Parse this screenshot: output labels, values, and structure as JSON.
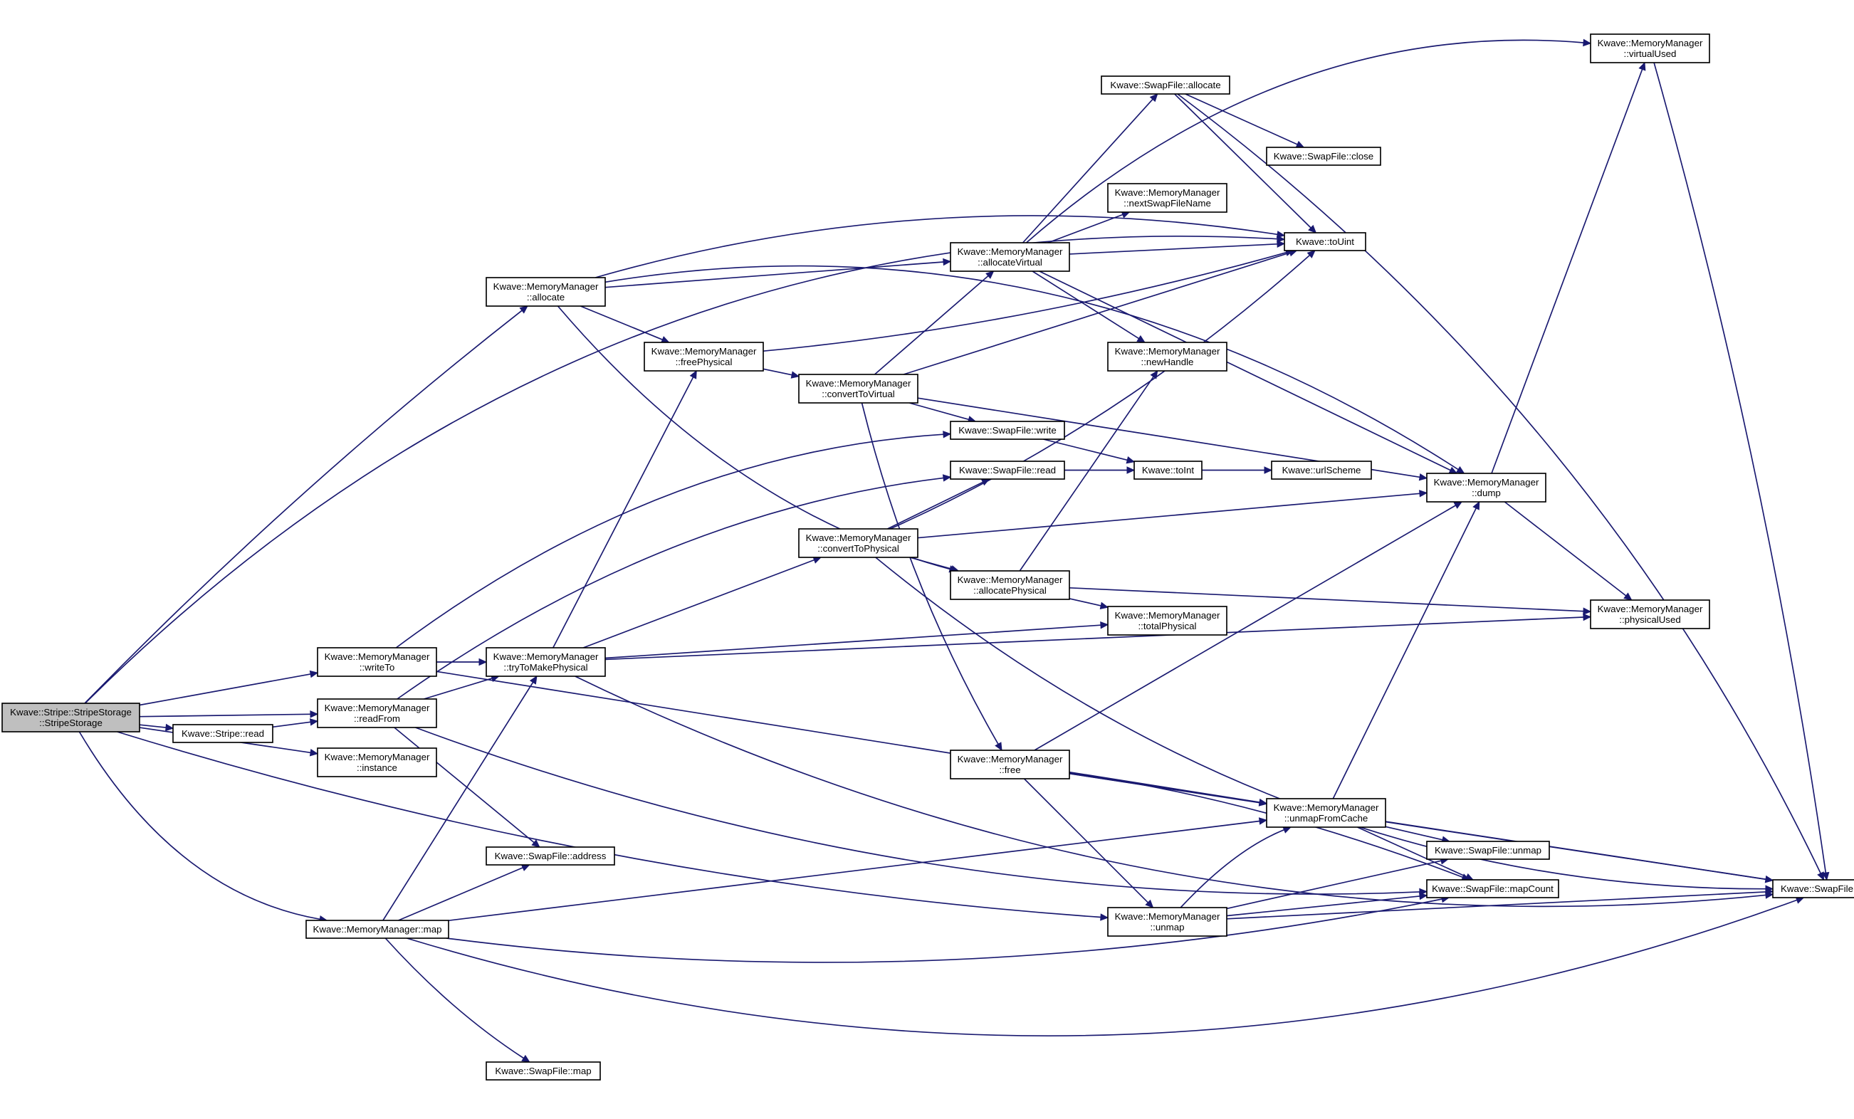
{
  "graph": {
    "edge_color": "#191970",
    "node_fill": "#ffffff",
    "root_fill": "#bfbfbf",
    "nodes": [
      {
        "id": "n0",
        "lines": [
          "Kwave::Stripe::StripeStorage",
          "::StripeStorage"
        ],
        "root": true
      },
      {
        "id": "n1",
        "lines": [
          "Kwave::MemoryManager",
          "::allocate"
        ]
      },
      {
        "id": "n2",
        "lines": [
          "Kwave::MemoryManager",
          "::allocateVirtual"
        ]
      },
      {
        "id": "n3",
        "lines": [
          "Kwave::SwapFile::allocate"
        ]
      },
      {
        "id": "n4",
        "lines": [
          "Kwave::toUint"
        ]
      },
      {
        "id": "n5",
        "lines": [
          "Kwave::MemoryManager",
          "::virtualUsed"
        ]
      },
      {
        "id": "n6",
        "lines": [
          "Kwave::SwapFile::size"
        ]
      },
      {
        "id": "n7",
        "lines": [
          "Kwave::SwapFile::close"
        ]
      },
      {
        "id": "n8",
        "lines": [
          "Kwave::MemoryManager",
          "::nextSwapFileName"
        ]
      },
      {
        "id": "n9",
        "lines": [
          "Kwave::MemoryManager",
          "::newHandle"
        ]
      },
      {
        "id": "n10",
        "lines": [
          "Kwave::MemoryManager",
          "::dump"
        ]
      },
      {
        "id": "n11",
        "lines": [
          "Kwave::MemoryManager",
          "::freePhysical"
        ]
      },
      {
        "id": "n12",
        "lines": [
          "Kwave::MemoryManager",
          "::convertToVirtual"
        ]
      },
      {
        "id": "n13",
        "lines": [
          "Kwave::SwapFile::write"
        ]
      },
      {
        "id": "n14",
        "lines": [
          "Kwave::toInt"
        ]
      },
      {
        "id": "n15",
        "lines": [
          "Kwave::urlScheme"
        ]
      },
      {
        "id": "n16",
        "lines": [
          "Kwave::SwapFile::read"
        ]
      },
      {
        "id": "n17",
        "lines": [
          "Kwave::MemoryManager",
          "::convertToPhysical"
        ]
      },
      {
        "id": "n18",
        "lines": [
          "Kwave::MemoryManager",
          "::allocatePhysical"
        ]
      },
      {
        "id": "n19",
        "lines": [
          "Kwave::MemoryManager",
          "::totalPhysical"
        ]
      },
      {
        "id": "n20",
        "lines": [
          "Kwave::MemoryManager",
          "::physicalUsed"
        ]
      },
      {
        "id": "n21",
        "lines": [
          "Kwave::MemoryManager",
          "::writeTo"
        ]
      },
      {
        "id": "n22",
        "lines": [
          "Kwave::MemoryManager",
          "::tryToMakePhysical"
        ]
      },
      {
        "id": "n23",
        "lines": [
          "Kwave::MemoryManager",
          "::readFrom"
        ]
      },
      {
        "id": "n24",
        "lines": [
          "Kwave::Stripe::read"
        ]
      },
      {
        "id": "n25",
        "lines": [
          "Kwave::MemoryManager",
          "::instance"
        ]
      },
      {
        "id": "n26",
        "lines": [
          "Kwave::MemoryManager",
          "::free"
        ]
      },
      {
        "id": "n27",
        "lines": [
          "Kwave::MemoryManager",
          "::unmapFromCache"
        ]
      },
      {
        "id": "n28",
        "lines": [
          "Kwave::SwapFile::unmap"
        ]
      },
      {
        "id": "n29",
        "lines": [
          "Kwave::SwapFile::mapCount"
        ]
      },
      {
        "id": "n30",
        "lines": [
          "Kwave::SwapFile::address"
        ]
      },
      {
        "id": "n31",
        "lines": [
          "Kwave::MemoryManager",
          "::unmap"
        ]
      },
      {
        "id": "n32",
        "lines": [
          "Kwave::MemoryManager::map"
        ]
      },
      {
        "id": "n33",
        "lines": [
          "Kwave::SwapFile::map"
        ]
      }
    ],
    "edges": [
      [
        "n0",
        "n1"
      ],
      [
        "n0",
        "n21"
      ],
      [
        "n0",
        "n23"
      ],
      [
        "n0",
        "n24"
      ],
      [
        "n0",
        "n25"
      ],
      [
        "n0",
        "n32"
      ],
      [
        "n0",
        "n31"
      ],
      [
        "n0",
        "n4"
      ],
      [
        "n1",
        "n2"
      ],
      [
        "n1",
        "n11"
      ],
      [
        "n1",
        "n4"
      ],
      [
        "n1",
        "n10"
      ],
      [
        "n1",
        "n18"
      ],
      [
        "n2",
        "n3"
      ],
      [
        "n2",
        "n8"
      ],
      [
        "n2",
        "n4"
      ],
      [
        "n2",
        "n9"
      ],
      [
        "n2",
        "n10"
      ],
      [
        "n2",
        "n5"
      ],
      [
        "n3",
        "n4"
      ],
      [
        "n3",
        "n7"
      ],
      [
        "n3",
        "n6"
      ],
      [
        "n5",
        "n6"
      ],
      [
        "n10",
        "n5"
      ],
      [
        "n10",
        "n20"
      ],
      [
        "n11",
        "n12"
      ],
      [
        "n11",
        "n4"
      ],
      [
        "n12",
        "n2"
      ],
      [
        "n12",
        "n13"
      ],
      [
        "n12",
        "n4"
      ],
      [
        "n12",
        "n10"
      ],
      [
        "n12",
        "n26"
      ],
      [
        "n13",
        "n14"
      ],
      [
        "n16",
        "n14"
      ],
      [
        "n14",
        "n15"
      ],
      [
        "n17",
        "n16"
      ],
      [
        "n17",
        "n18"
      ],
      [
        "n17",
        "n4"
      ],
      [
        "n17",
        "n10"
      ],
      [
        "n17",
        "n6"
      ],
      [
        "n18",
        "n9"
      ],
      [
        "n18",
        "n19"
      ],
      [
        "n18",
        "n20"
      ],
      [
        "n21",
        "n13"
      ],
      [
        "n21",
        "n22"
      ],
      [
        "n21",
        "n27"
      ],
      [
        "n22",
        "n11"
      ],
      [
        "n22",
        "n17"
      ],
      [
        "n22",
        "n19"
      ],
      [
        "n22",
        "n20"
      ],
      [
        "n22",
        "n6"
      ],
      [
        "n23",
        "n16"
      ],
      [
        "n23",
        "n22"
      ],
      [
        "n23",
        "n30"
      ],
      [
        "n23",
        "n29"
      ],
      [
        "n24",
        "n23"
      ],
      [
        "n26",
        "n10"
      ],
      [
        "n26",
        "n27"
      ],
      [
        "n26",
        "n31"
      ],
      [
        "n26",
        "n29"
      ],
      [
        "n26",
        "n6"
      ],
      [
        "n27",
        "n10"
      ],
      [
        "n27",
        "n28"
      ],
      [
        "n27",
        "n29"
      ],
      [
        "n27",
        "n6"
      ],
      [
        "n31",
        "n27"
      ],
      [
        "n31",
        "n28"
      ],
      [
        "n31",
        "n29"
      ],
      [
        "n31",
        "n6"
      ],
      [
        "n32",
        "n22"
      ],
      [
        "n32",
        "n30"
      ],
      [
        "n32",
        "n27"
      ],
      [
        "n32",
        "n29"
      ],
      [
        "n32",
        "n33"
      ],
      [
        "n32",
        "n6"
      ]
    ]
  }
}
